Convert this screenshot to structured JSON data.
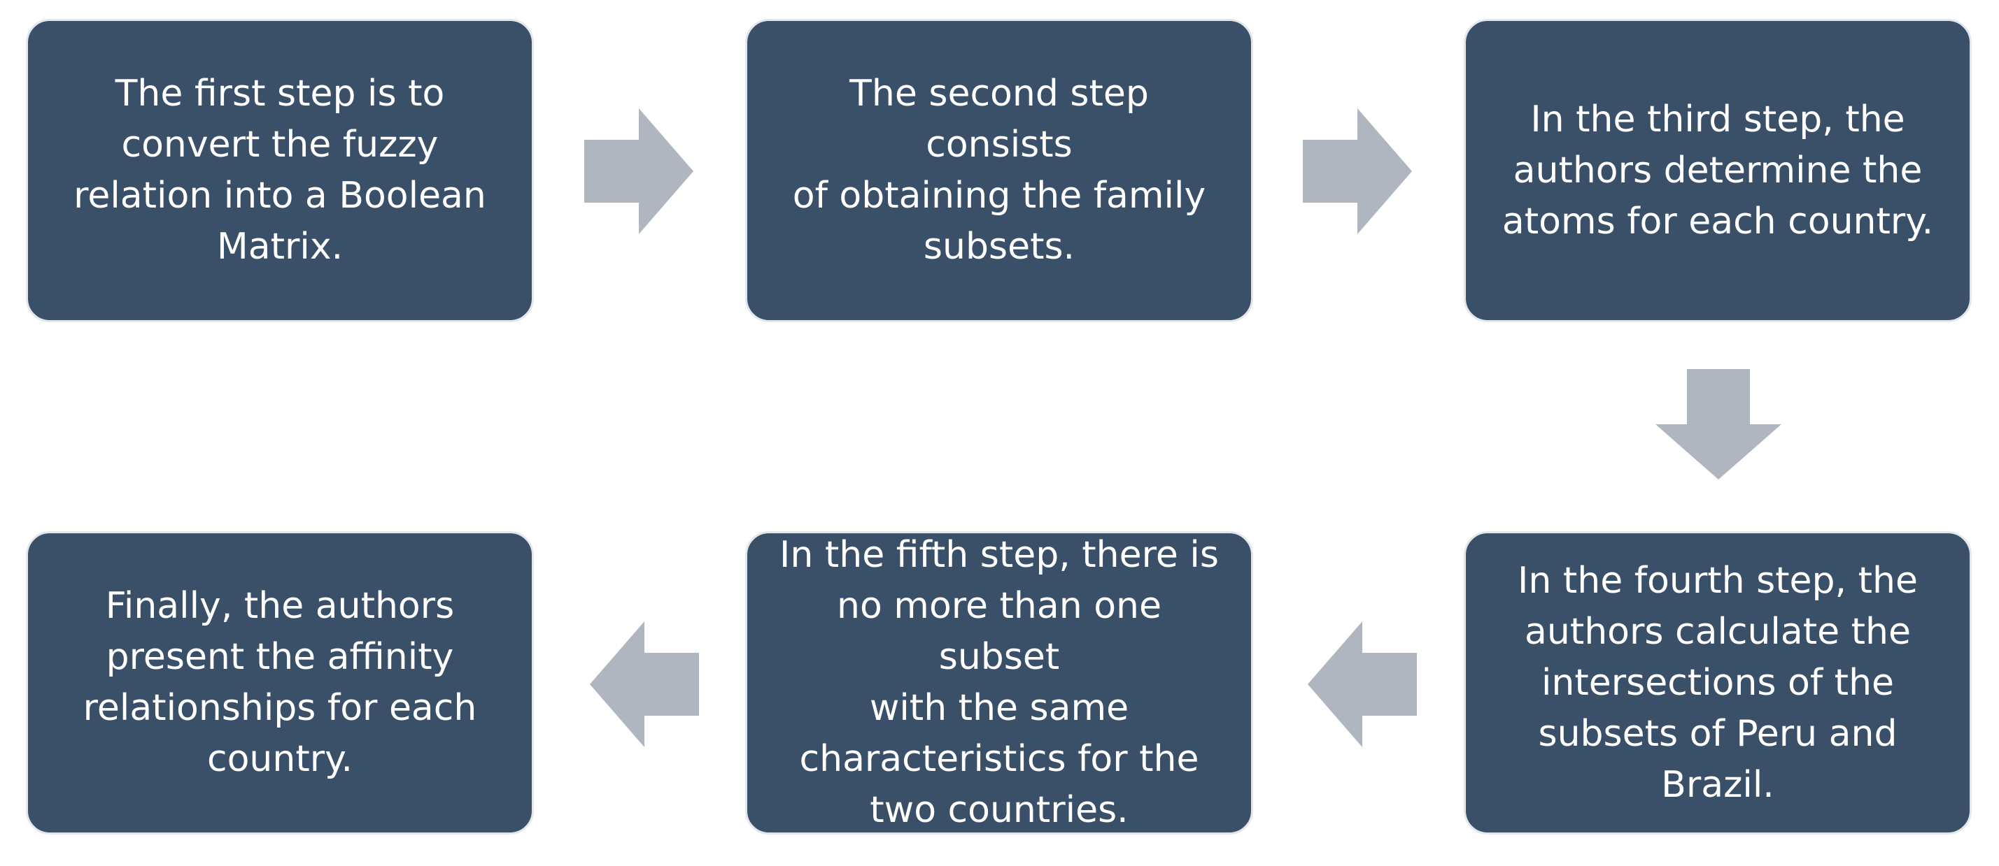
{
  "diagram": {
    "steps": [
      {
        "text": "The first step is to\nconvert the fuzzy\nrelation into a Boolean\nMatrix."
      },
      {
        "text": "The second step consists\nof obtaining the family\nsubsets."
      },
      {
        "text": "In the third step, the\nauthors determine the\natoms for each country."
      },
      {
        "text": "In the fourth step, the\nauthors calculate the\nintersections of the\nsubsets of Peru and\nBrazil."
      },
      {
        "text": "In the fifth step, there is\nno more than one subset\nwith the same\ncharacteristics for the\ntwo countries."
      },
      {
        "text": "Finally, the authors\npresent the affinity\nrelationships for each\ncountry."
      }
    ],
    "colors": {
      "box_fill": "#3a5068",
      "box_text": "#ffffff",
      "arrow": "#b0b6bf"
    }
  }
}
